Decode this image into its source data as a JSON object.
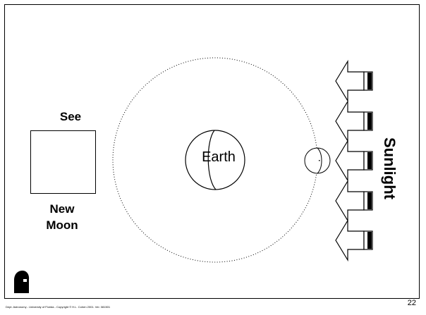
{
  "slide": {
    "see_label": "See",
    "phase_label_line1": "New",
    "phase_label_line2": "Moon",
    "earth_label": "Earth",
    "sunlight_label": "Sunlight",
    "footer_text": "Dept. Astronomy  - University of Florida  - Copyright © H.L. Cohen 2001. Ver. 081501",
    "page_number": "22"
  },
  "icons": {
    "sunlight_arrows": "arrow-left-icon",
    "logo": "head-silhouette-icon"
  }
}
